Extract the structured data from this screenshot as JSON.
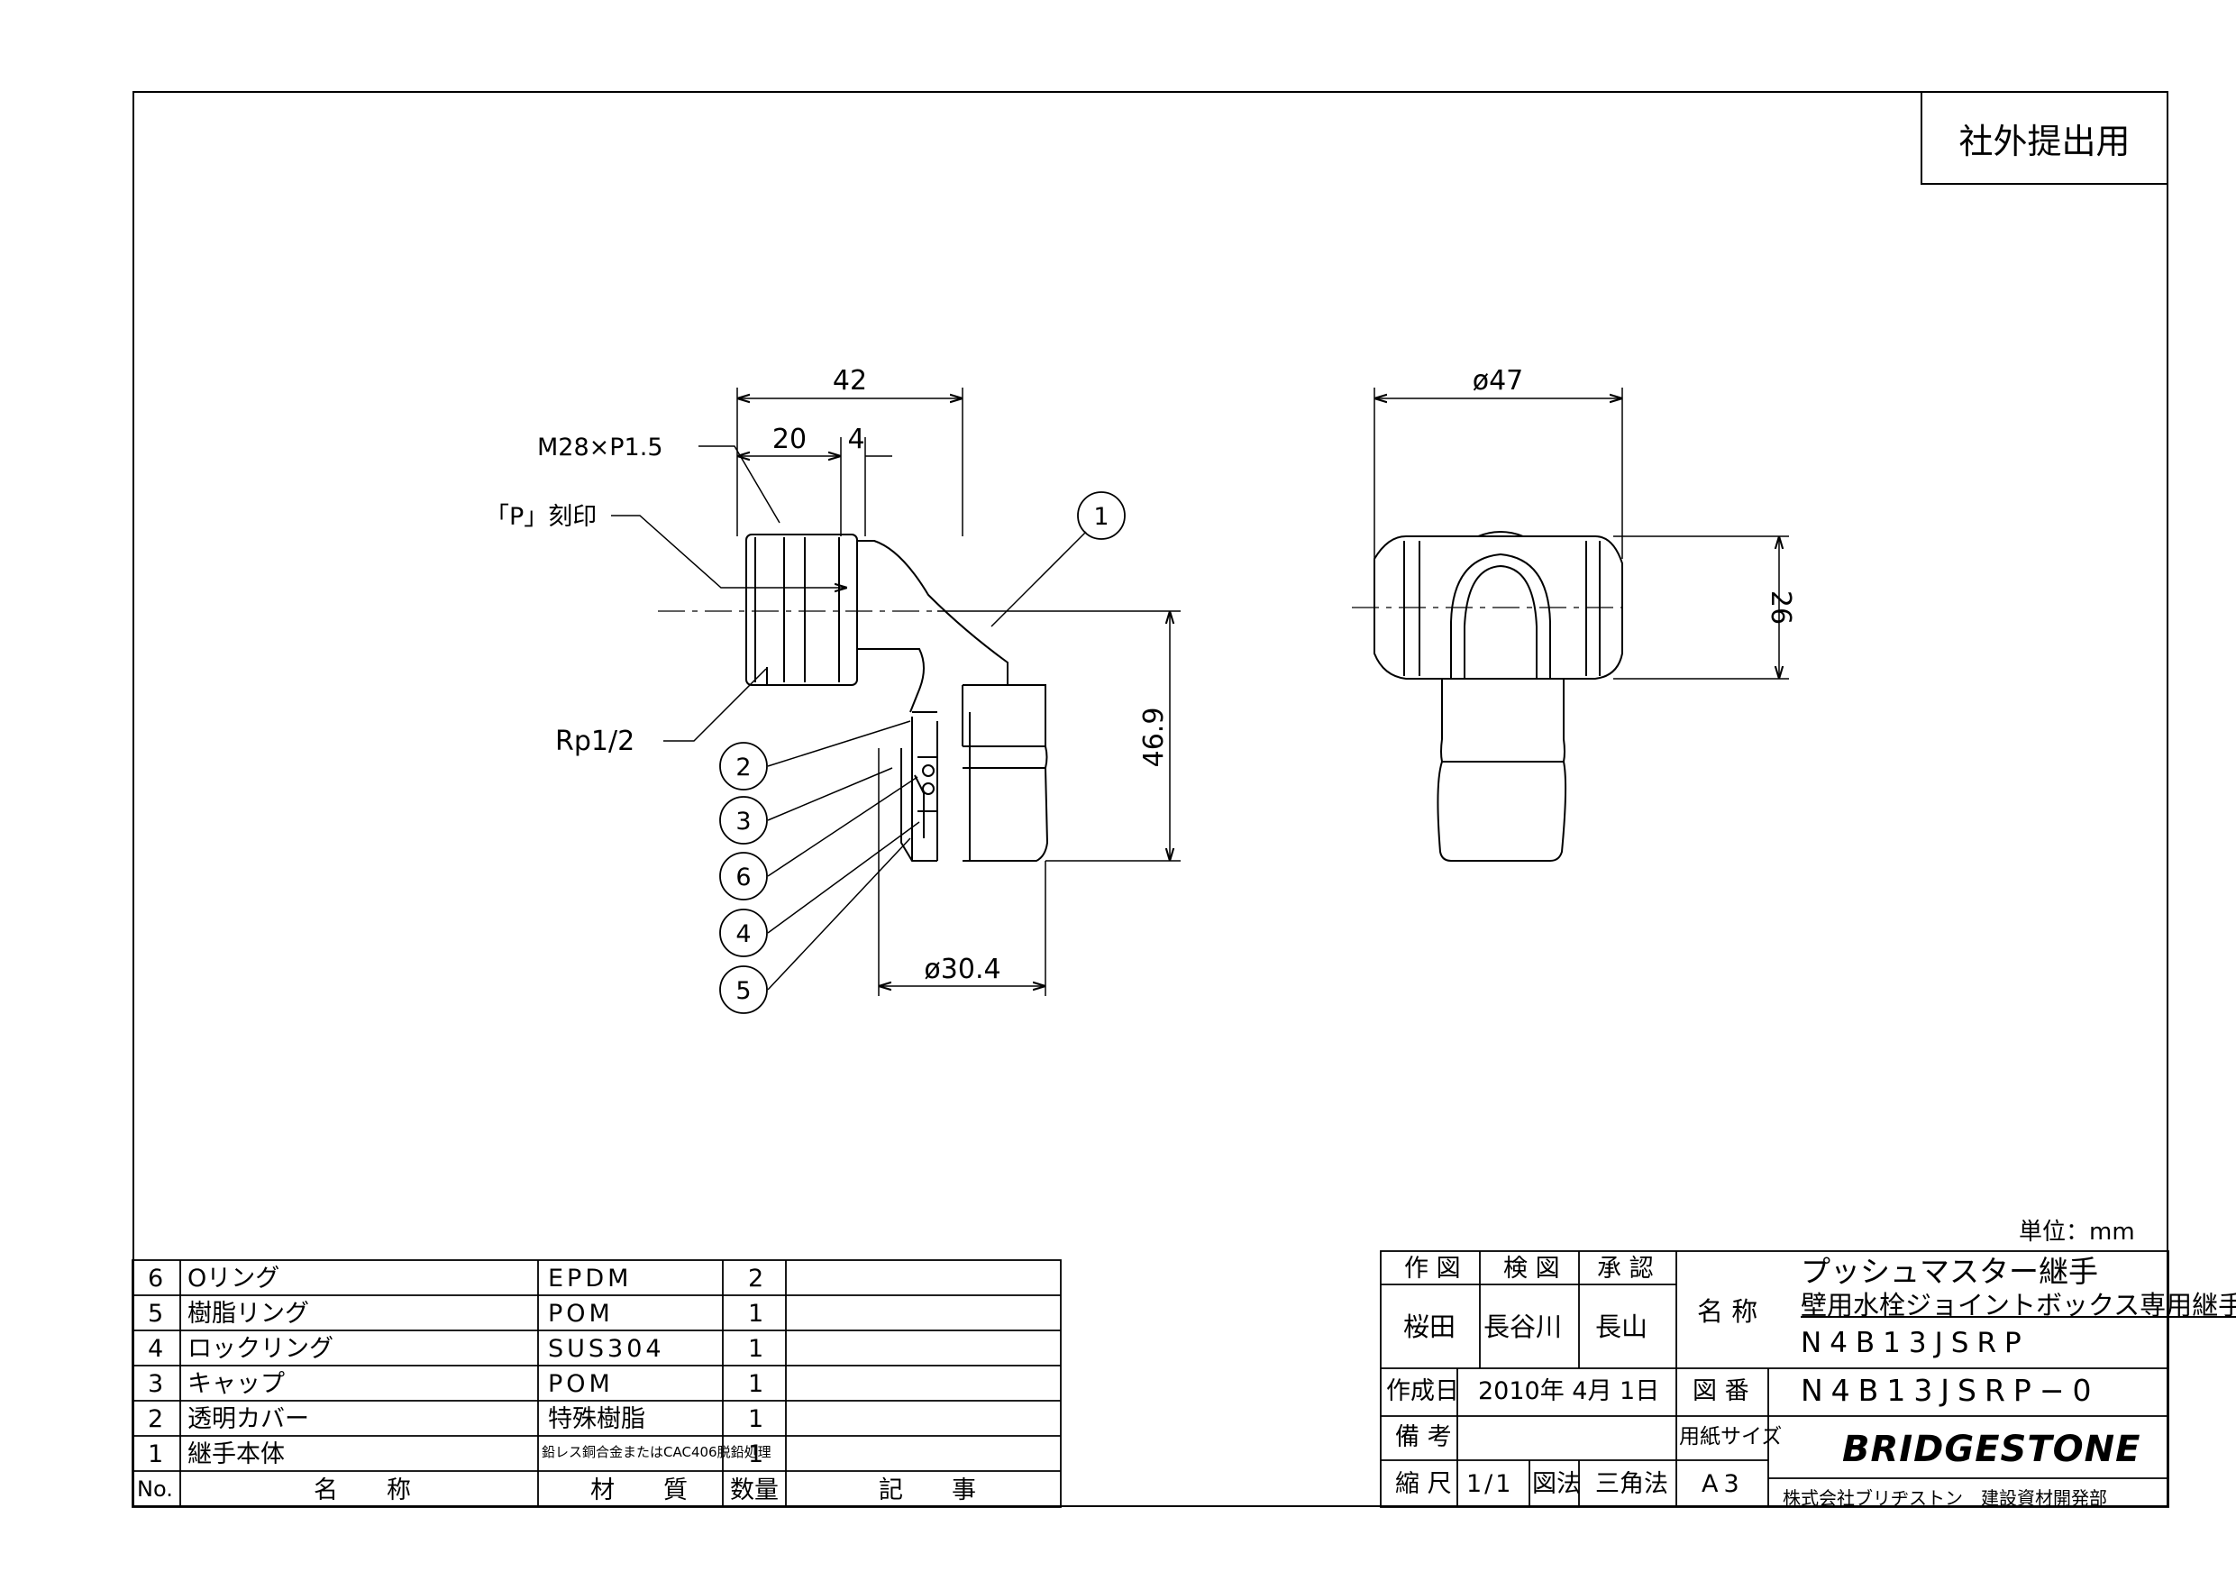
{
  "stamp": "社外提出用",
  "unit_label": "単位：mm",
  "labels": {
    "thread": "M28×P1.5",
    "marking": "「P」刻印",
    "rp": "Rp1/2"
  },
  "dimensions": {
    "d42": "42",
    "d20": "20",
    "d4": "4",
    "d469": "46.9",
    "d304": "ø30.4",
    "d47": "ø47",
    "d26": "26"
  },
  "balloons": [
    "1",
    "2",
    "3",
    "6",
    "4",
    "5"
  ],
  "parts_header": {
    "no": "No.",
    "name": "名　　称",
    "material": "材　　質",
    "qty": "数量",
    "remarks": "記　　事"
  },
  "parts": [
    {
      "no": "6",
      "name": "Oリング",
      "material": "EPDM",
      "qty": "2"
    },
    {
      "no": "5",
      "name": "樹脂リング",
      "material": "POM",
      "qty": "1"
    },
    {
      "no": "4",
      "name": "ロックリング",
      "material": "SUS304",
      "qty": "1"
    },
    {
      "no": "3",
      "name": "キャップ",
      "material": "POM",
      "qty": "1"
    },
    {
      "no": "2",
      "name": "透明カバー",
      "material": "特殊樹脂",
      "qty": "1"
    },
    {
      "no": "1",
      "name": "継手本体",
      "material": "鉛レス銅合金またはCAC406脱鉛処理",
      "qty": "1"
    }
  ],
  "title_block": {
    "drawn_label": "作 図",
    "checked_label": "検 図",
    "approved_label": "承 認",
    "drawn": "桜田",
    "checked": "長谷川",
    "approved": "長山",
    "name_label": "名 称",
    "name_line1": "プッシュマスター継手",
    "name_line2": "壁用水栓ジョイントボックス専用継手",
    "name_line3": "N4B13JSRP",
    "date_label": "作成日",
    "date": "2010年 4月 1日",
    "dwg_no_label": "図 番",
    "dwg_no": "N4B13JSRP−0",
    "remarks_label": "備 考",
    "paper_label": "用紙サイズ",
    "scale_label": "縮 尺",
    "scale": "1/1",
    "projection_label": "図法",
    "projection": "三角法",
    "paper": "A3",
    "brand": "BRIDGESTONE",
    "org": "株式会社ブリヂストン　建設資材開発部"
  }
}
